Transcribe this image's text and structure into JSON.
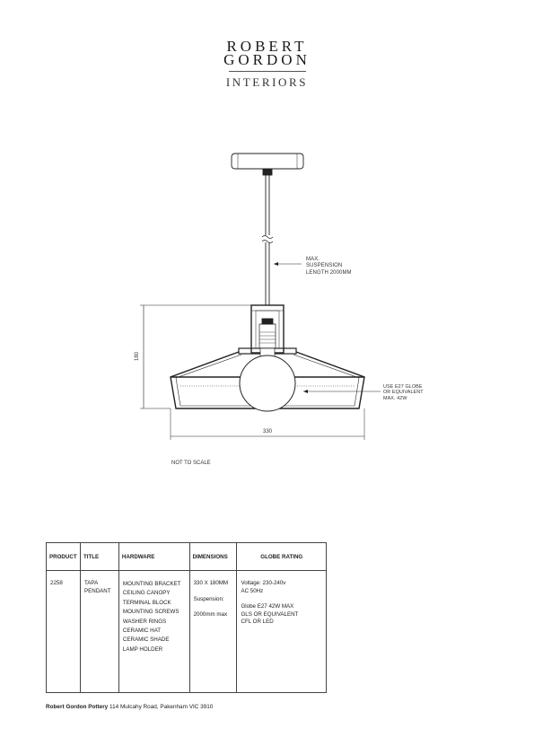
{
  "brand": {
    "line1": "ROBERT",
    "line2": "GORDON",
    "line3": "INTERIORS"
  },
  "annotations": {
    "suspension": [
      "MAX.",
      "SUSPENSION",
      "LENGTH 2000MM"
    ],
    "bulb": [
      "USE E27 GLOBE",
      "OR EQUIVALENT",
      "MAX. 42W"
    ],
    "height_dim": "180",
    "width_dim": "330",
    "scale_note": "NOT TO SCALE"
  },
  "table": {
    "headers": {
      "product": "PRODUCT",
      "title": "TITLE",
      "hardware": "HARDWARE",
      "dimensions": "DIMENSIONS",
      "globe_rating": "GLOBE RATING"
    },
    "row": {
      "product": "2258",
      "title": [
        "TAPA",
        "PENDANT"
      ],
      "hardware": [
        "MOUNTING BRACKET",
        "CEILING CANOPY",
        "TERMINAL BLOCK",
        "MOUNTING SCREWS",
        "WASHER RINGS",
        "CERAMIC HAT",
        "CERAMIC SHADE",
        "LAMP HOLDER"
      ],
      "dimensions": [
        "330 X 180MM",
        "Suspension:",
        "2000mm max"
      ],
      "globe_rating": [
        "Voltage: 230-240v",
        "AC 50Hz",
        "Globe E27 42W MAX",
        "GLS OR EQUIVALENT",
        "CFL OR LED"
      ]
    }
  },
  "footer": {
    "company": "Robert Gordon Pottery",
    "address": " 114 Mulcahy Road, Pakenham VIC 3910"
  }
}
